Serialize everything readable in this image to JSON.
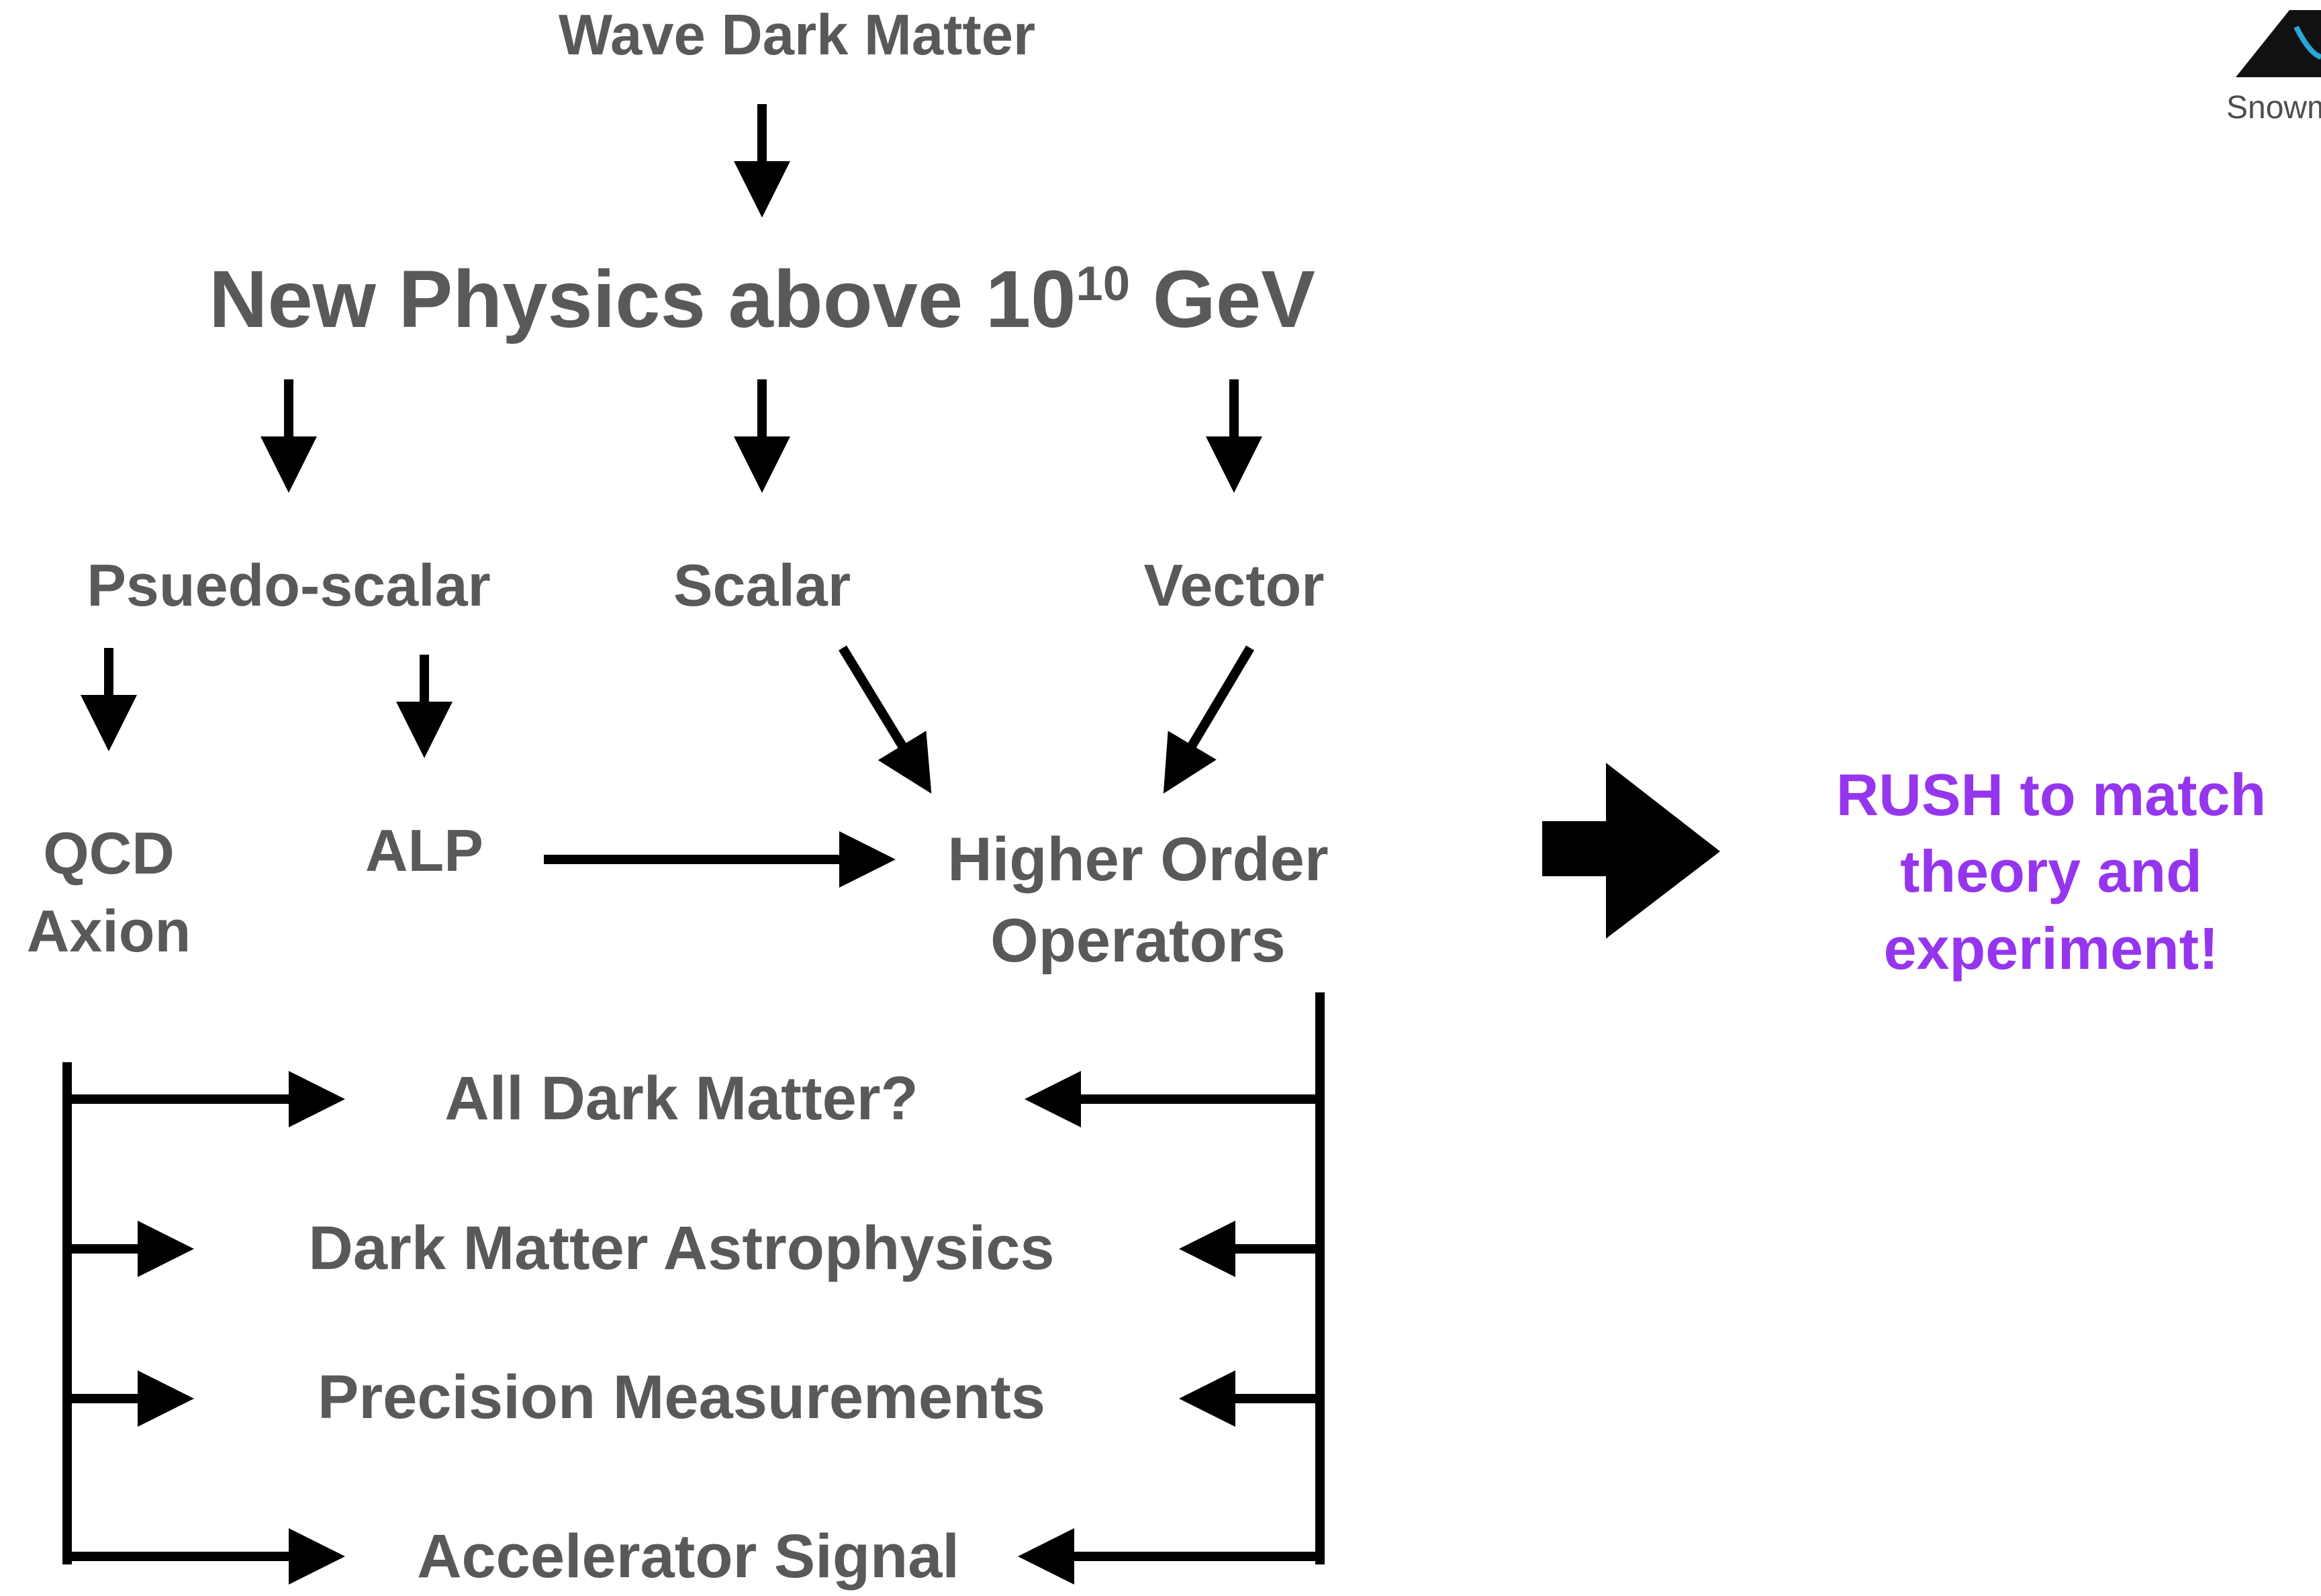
{
  "top_node": {
    "label": "Wave Dark Matter"
  },
  "scale_node": {
    "label": "New Physics above 10",
    "exponent": "10",
    "unit": "GeV"
  },
  "types": {
    "pseudo_scalar": "Psuedo-scalar",
    "scalar": "Scalar",
    "vector": "Vector"
  },
  "subtypes": {
    "qcd_axion": [
      "QCD",
      "Axion"
    ],
    "alp": "ALP",
    "higher_order": [
      "Higher Order",
      "Operators"
    ]
  },
  "outcomes": {
    "all_dark_matter": "All Dark Matter?",
    "astrophysics": "Dark Matter Astrophysics",
    "precision": "Precision Measurements",
    "accelerator": "Accelerator Signal"
  },
  "callout": {
    "lines": [
      "RUSH to match",
      "theory and",
      "experiment!"
    ],
    "color": "#9536EE"
  },
  "logo": {
    "text": "Snowm",
    "icon": "snowmass-mountain-icon"
  },
  "colors": {
    "text": "#595959",
    "arrows": "#000000"
  }
}
